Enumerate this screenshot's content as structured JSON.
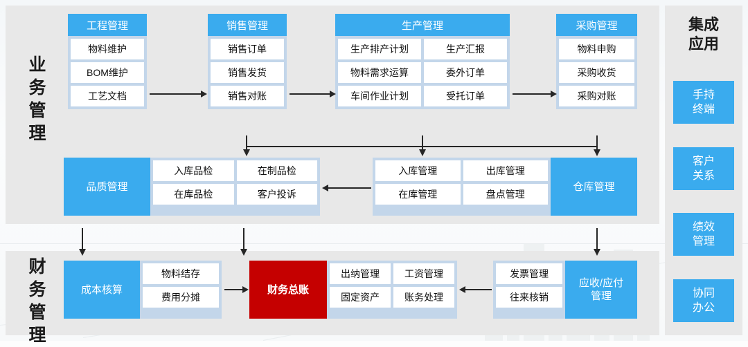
{
  "diagram": {
    "sections": {
      "business": {
        "label": "业务管理"
      },
      "finance": {
        "label": "财务管理"
      },
      "integration": {
        "title": "集成应用"
      }
    },
    "colors": {
      "header_blue": "#3aabee",
      "container_blue": "#c3d6ea",
      "panel_gray": "#e8e8e8",
      "accent_red": "#c50000",
      "cell_white": "#ffffff",
      "connector": "#262626"
    },
    "cards": {
      "engineering": {
        "title": "工程管理",
        "items": [
          "物料维护",
          "BOM维护",
          "工艺文档"
        ]
      },
      "sales": {
        "title": "销售管理",
        "items": [
          "销售订单",
          "销售发货",
          "销售对账"
        ]
      },
      "production": {
        "title": "生产管理",
        "rows": [
          [
            "生产排产计划",
            "生产汇报"
          ],
          [
            "物料需求运算",
            "委外订单"
          ],
          [
            "车间作业计划",
            "受托订单"
          ]
        ]
      },
      "purchasing": {
        "title": "采购管理",
        "items": [
          "物料申购",
          "采购收货",
          "采购对账"
        ]
      },
      "quality": {
        "title": "品质管理",
        "rows": [
          [
            "入库品检",
            "在制品检"
          ],
          [
            "在库品检",
            "客户投诉"
          ]
        ]
      },
      "warehouse": {
        "title": "仓库管理",
        "rows": [
          [
            "入库管理",
            "出库管理"
          ],
          [
            "在库管理",
            "盘点管理"
          ]
        ]
      },
      "cost": {
        "title": "成本核算",
        "rows": [
          [
            "物料结存"
          ],
          [
            "费用分摊"
          ]
        ]
      },
      "ledger": {
        "title": "财务总账",
        "rows": [
          [
            "出纳管理",
            "工资管理"
          ],
          [
            "固定资产",
            "账务处理"
          ]
        ]
      },
      "receivable": {
        "title": "应收/应付\n管理",
        "title_line1": "应收/应付",
        "title_line2": "管理",
        "rows": [
          [
            "发票管理"
          ],
          [
            "往来核销"
          ]
        ]
      }
    },
    "integration_apps": [
      {
        "line1": "手持",
        "line2": "终端"
      },
      {
        "line1": "客户",
        "line2": "关系"
      },
      {
        "line1": "绩效",
        "line2": "管理"
      },
      {
        "line1": "协同",
        "line2": "办公"
      }
    ]
  }
}
